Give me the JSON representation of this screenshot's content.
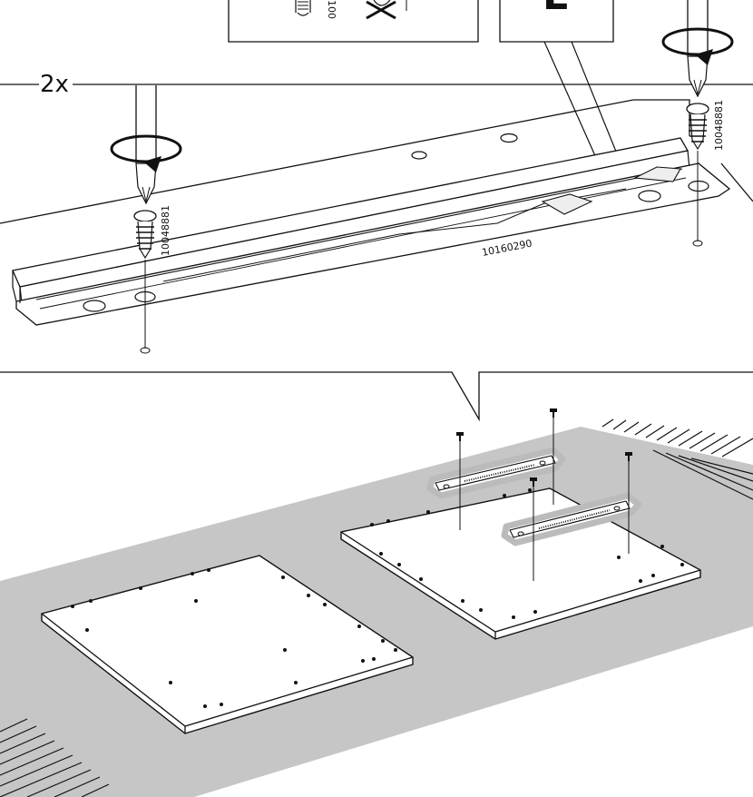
{
  "quantity_label": "2x",
  "screw_code_left": "10048881",
  "screw_code_right": "10048881",
  "rail_code": "10160290",
  "detail_box_left": {
    "code_fragment": "100",
    "ok_icon": "screw-icon",
    "not_ok_icon": "crossed-out-screw-icon"
  },
  "detail_box_right": {
    "letter": "L"
  },
  "colors": {
    "line": "#111111",
    "floor": "#c6c6c6",
    "panel": "#ffffff"
  }
}
